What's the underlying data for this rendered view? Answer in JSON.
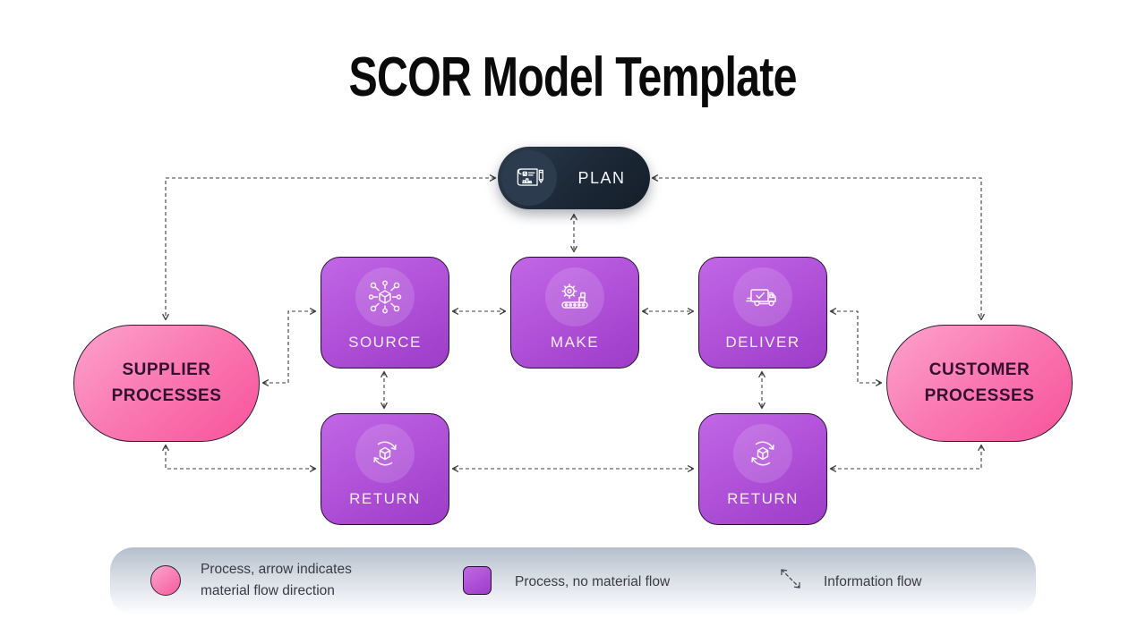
{
  "title": "SCOR Model Template",
  "nodes": {
    "plan": {
      "label": "PLAN",
      "icon": "blueprint-icon"
    },
    "source": {
      "label": "SOURCE",
      "icon": "network-cube-icon"
    },
    "make": {
      "label": "MAKE",
      "icon": "gear-conveyor-icon"
    },
    "deliver": {
      "label": "DELIVER",
      "icon": "delivery-truck-icon"
    },
    "return_left": {
      "label": "RETURN",
      "icon": "return-box-icon"
    },
    "return_right": {
      "label": "RETURN",
      "icon": "return-box-icon"
    },
    "supplier": {
      "line1": "SUPPLIER",
      "line2": "PROCESSES"
    },
    "customer": {
      "line1": "CUSTOMER",
      "line2": "PROCESSES"
    }
  },
  "legend": {
    "items": [
      {
        "swatch": "pink-circle-swatch",
        "label": "Process, arrow indicates material flow direction"
      },
      {
        "swatch": "purple-square-swatch",
        "label": "Process, no material flow"
      },
      {
        "swatch": "information-flow-arrow-icon",
        "label": "Information flow"
      }
    ]
  },
  "colors": {
    "purple_box_start": "#c167e6",
    "purple_box_end": "#9d3cc8",
    "pink_pill_start": "#fca3cc",
    "pink_pill_end": "#f7539a",
    "plan_pill_dark": "#1c2836",
    "connector_line": "#3c3c3c",
    "pill_text": "#331030",
    "legend_bar_top": "#b5bfcd"
  }
}
